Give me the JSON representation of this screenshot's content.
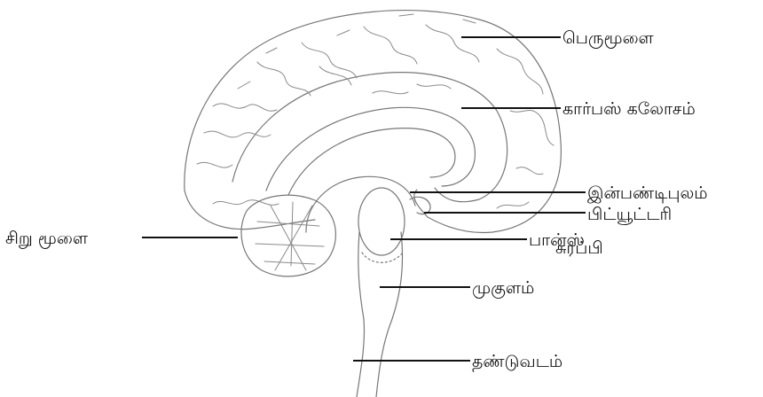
{
  "labels": {
    "cerebrum": "பெருமூளை",
    "corpus_callosum": "கார்பஸ் கலோசம்",
    "hypothalamus": "இன்பண்டிபுலம்",
    "pituitary": "பிட்யூட்டரி",
    "pons_line1": "பான்ஸ்",
    "pons_line2": "சுரப்பி",
    "cerebellum": "சிறு மூளை",
    "medulla": "முகுளம்",
    "spinal_cord": "தண்டுவடம்"
  },
  "colors": {
    "ink": "#111111",
    "drawing": "#777777",
    "background": "#ffffff"
  }
}
